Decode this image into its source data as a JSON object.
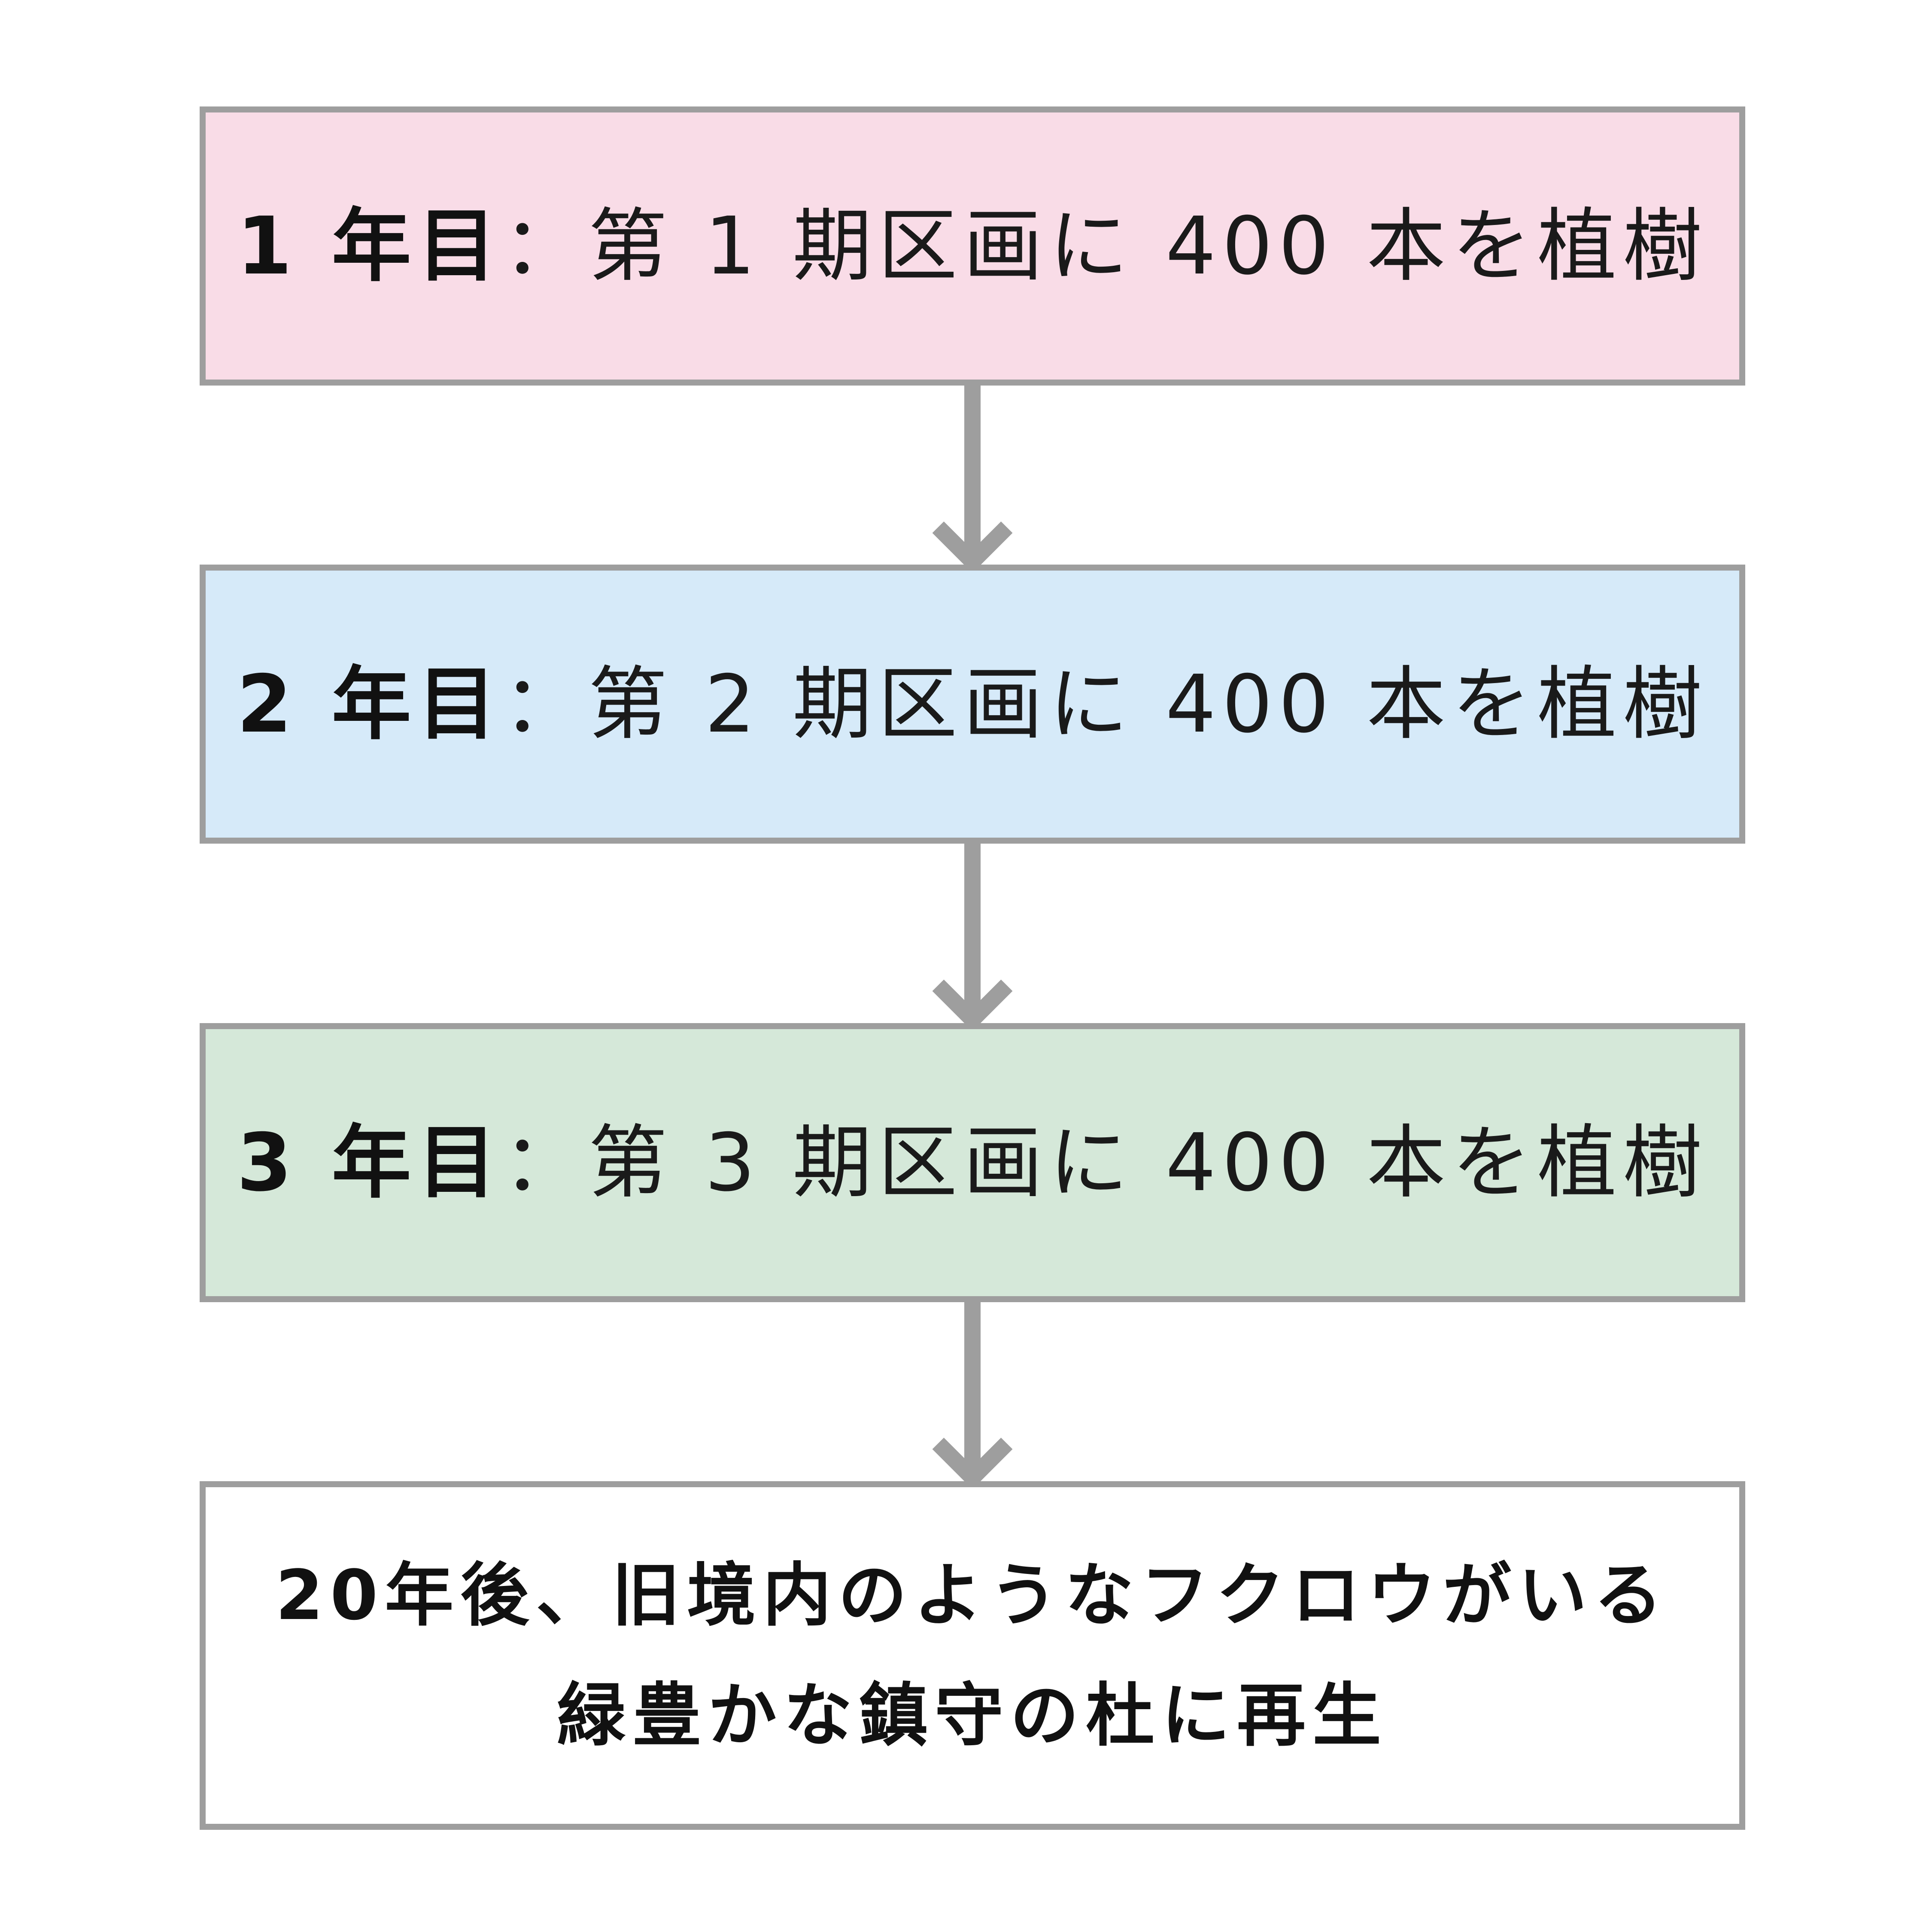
{
  "colors": {
    "border": "#9e9e9e",
    "arrow": "#9e9e9e",
    "step1_fill": "#f9dce7",
    "step2_fill": "#d6eaf9",
    "step3_fill": "#d5e8d9",
    "result_fill": "#ffffff"
  },
  "steps": [
    {
      "lead": "1 年目",
      "text": "：第 1 期区画に 400 本を植樹"
    },
    {
      "lead": "2 年目",
      "text": "：第 2 期区画に 400 本を植樹"
    },
    {
      "lead": "3 年目",
      "text": "：第 3 期区画に 400 本を植樹"
    }
  ],
  "result": {
    "line1": "20年後、旧境内のようなフクロウがいる",
    "line2": "緑豊かな鎮守の杜に再生"
  },
  "arrows": [
    {
      "icon": "arrow-down-icon"
    },
    {
      "icon": "arrow-down-icon"
    },
    {
      "icon": "arrow-down-icon"
    }
  ]
}
